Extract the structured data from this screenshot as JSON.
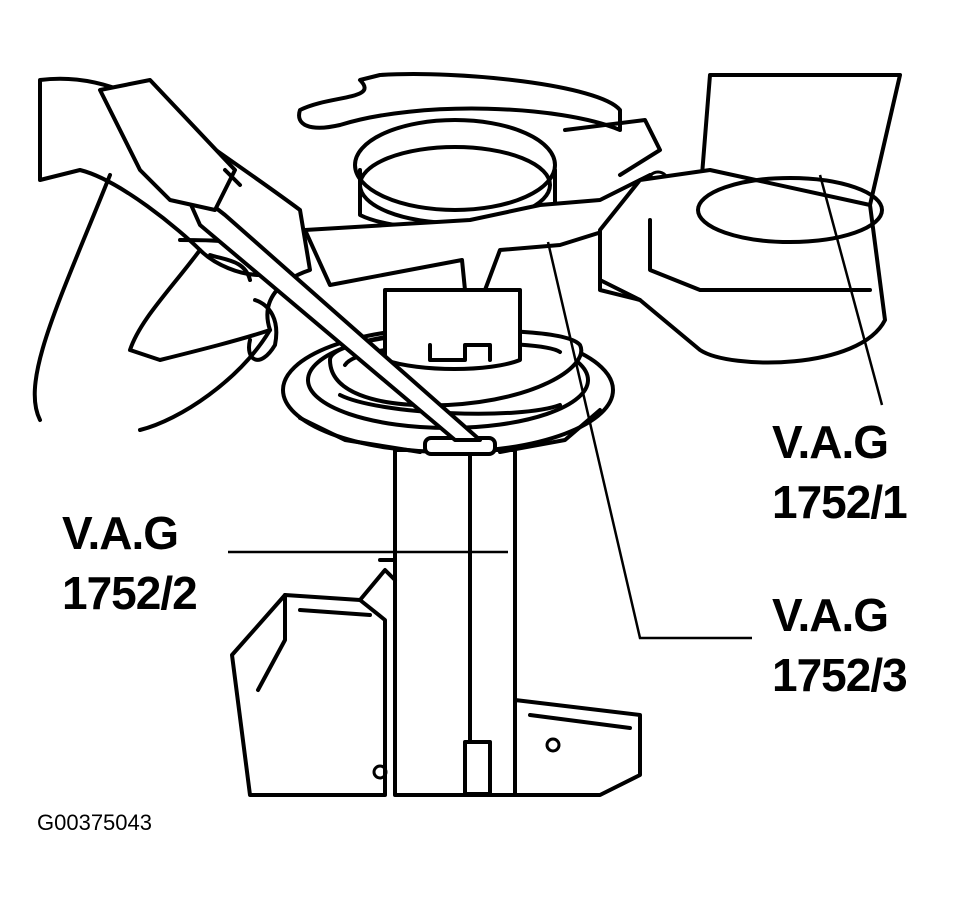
{
  "callouts": {
    "spring_compressor_1": {
      "line1": "V.A.G",
      "line2": "1752/1"
    },
    "spring_compressor_2": {
      "line1": "V.A.G",
      "line2": "1752/2"
    },
    "spring_compressor_3": {
      "line1": "V.A.G",
      "line2": "1752/3"
    }
  },
  "figure_id": "G00375043",
  "colors": {
    "ink": "#000000",
    "paper": "#ffffff"
  }
}
